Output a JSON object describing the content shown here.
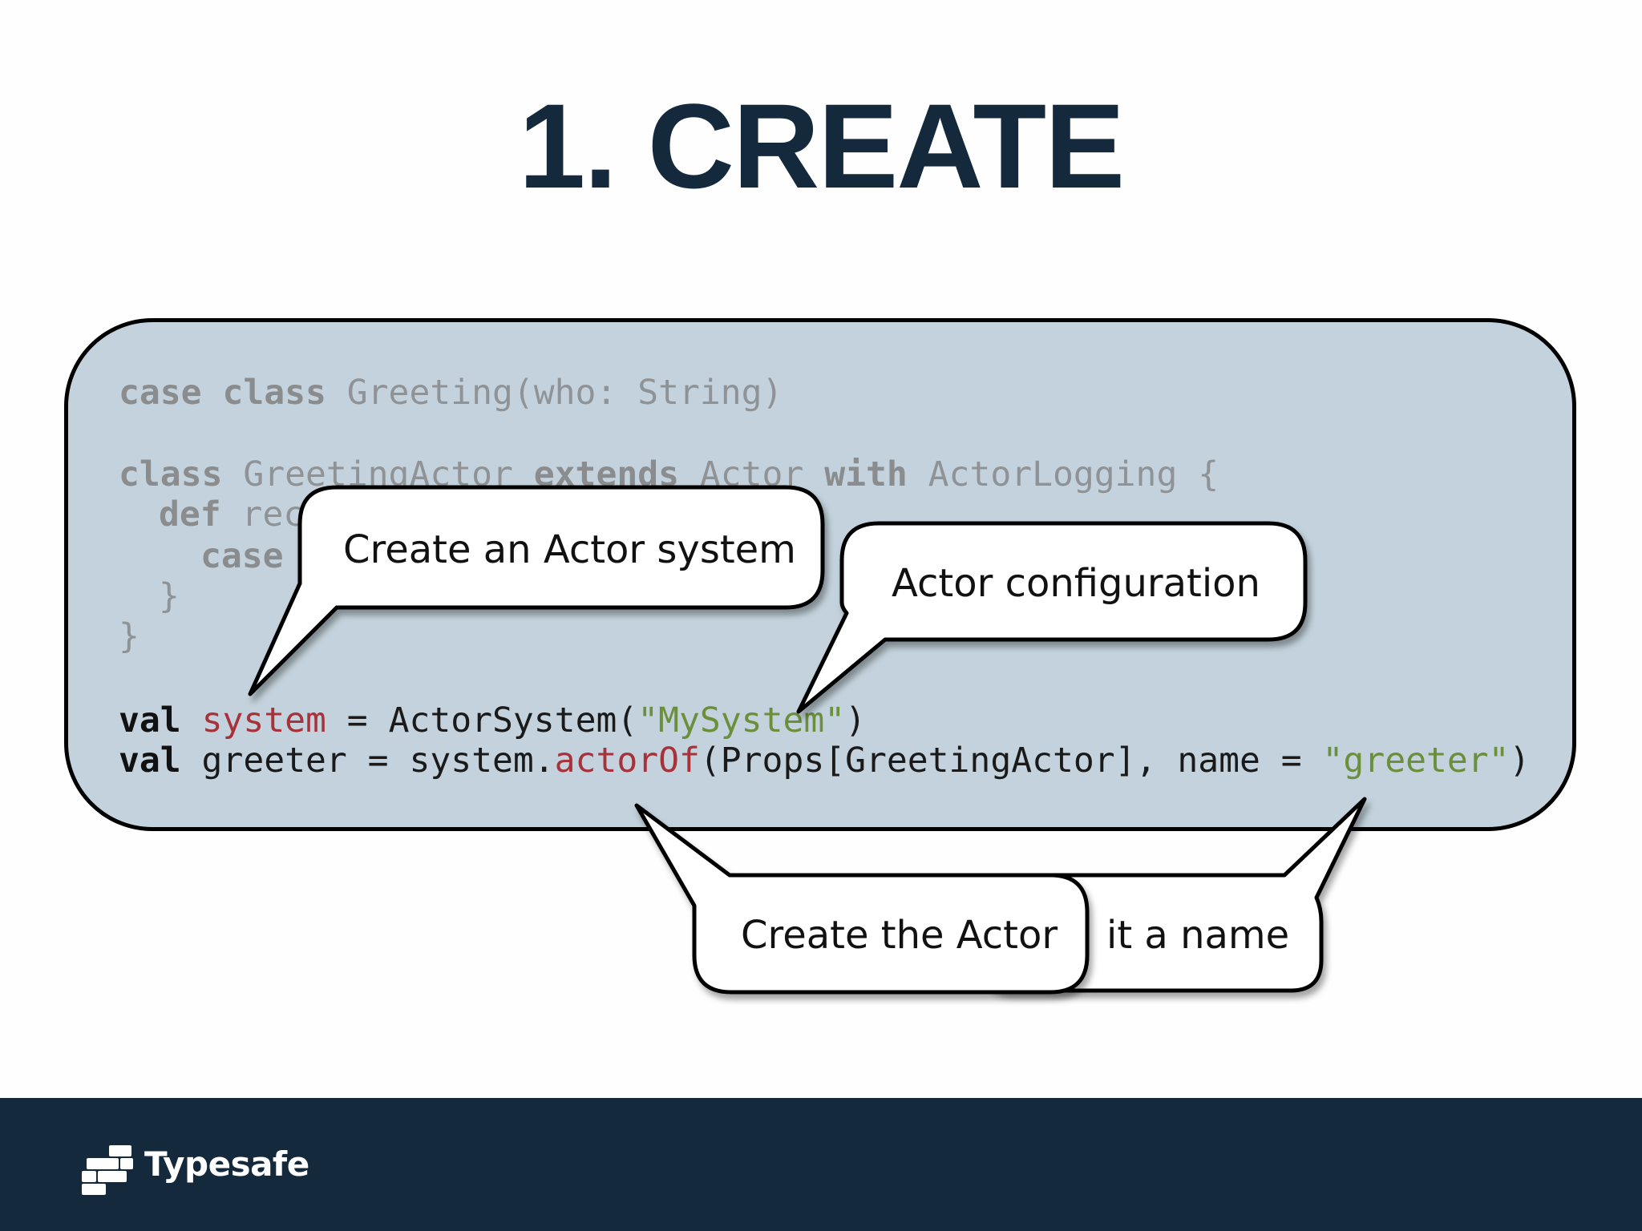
{
  "slide": {
    "title": "1. CREATE"
  },
  "code": {
    "l1": {
      "kw": "case class",
      "rest": " Greeting(who: String)"
    },
    "l2": {
      "kw1": "class",
      "a": " GreetingActor ",
      "kw2": "extends",
      "b": " Actor ",
      "kw3": "with",
      "c": " ActorLogging {"
    },
    "l3": {
      "kw": "def",
      "rest": " rec"
    },
    "l4": {
      "kw": "case"
    },
    "l5": {
      "text": "}"
    },
    "l6": {
      "text": "}"
    },
    "l7": {
      "kw": "val",
      "sp": " ",
      "var": "system",
      "eq": " = ActorSystem(",
      "str": "\"MySystem\"",
      "end": ")"
    },
    "l8": {
      "kw": "val",
      "pre": " greeter = system.",
      "method": "actorOf",
      "args": "(Props[GreetingActor], name = ",
      "str": "\"greeter\"",
      "end": ")"
    }
  },
  "callouts": {
    "create_system": "Create an Actor system",
    "actor_config": "Actor configuration",
    "give_name": "it a name",
    "create_actor": "Create the Actor"
  },
  "footer": {
    "brand": "Typesafe",
    "logo_icon": "typesafe-logo-icon"
  },
  "colors": {
    "title": "#15293d",
    "code_box_bg": "#c3d2dc",
    "keyword_red": "#a8323a",
    "string_green": "#6b8f3a",
    "footer_bg": "#15293d"
  }
}
